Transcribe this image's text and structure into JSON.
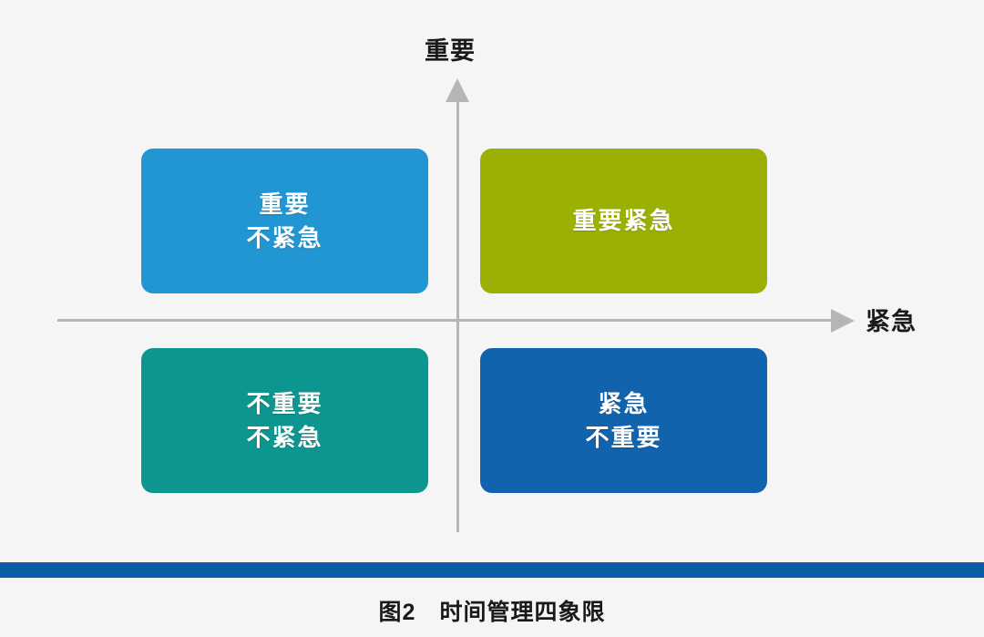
{
  "page": {
    "background_color": "#f5f5f5",
    "divider_bar_color": "#0a5ca5"
  },
  "axes": {
    "vertical_label": "重要",
    "horizontal_label": "紧急",
    "line_color": "#b5b5b5",
    "vertical_arrow_icon": "arrow-up-icon",
    "horizontal_arrow_icon": "arrow-right-icon"
  },
  "quadrants": [
    {
      "id": "important-not-urgent",
      "position": "top-left",
      "lines": [
        "重要",
        "不紧急"
      ],
      "color": "#2196d3",
      "edge_color": "#1b7cb0"
    },
    {
      "id": "important-urgent",
      "position": "top-right",
      "lines": [
        "重要紧急"
      ],
      "color": "#9cb003",
      "edge_color": "#7f9002"
    },
    {
      "id": "not-important-not-urgent",
      "position": "bottom-left",
      "lines": [
        "不重要",
        "不紧急"
      ],
      "color": "#0c968f",
      "edge_color": "#0a7b76"
    },
    {
      "id": "urgent-not-important",
      "position": "bottom-right",
      "lines": [
        "紧急",
        "不重要"
      ],
      "color": "#1263ad",
      "edge_color": "#0e508d"
    }
  ],
  "caption": {
    "figure_number": "图2",
    "title": "时间管理四象限"
  }
}
